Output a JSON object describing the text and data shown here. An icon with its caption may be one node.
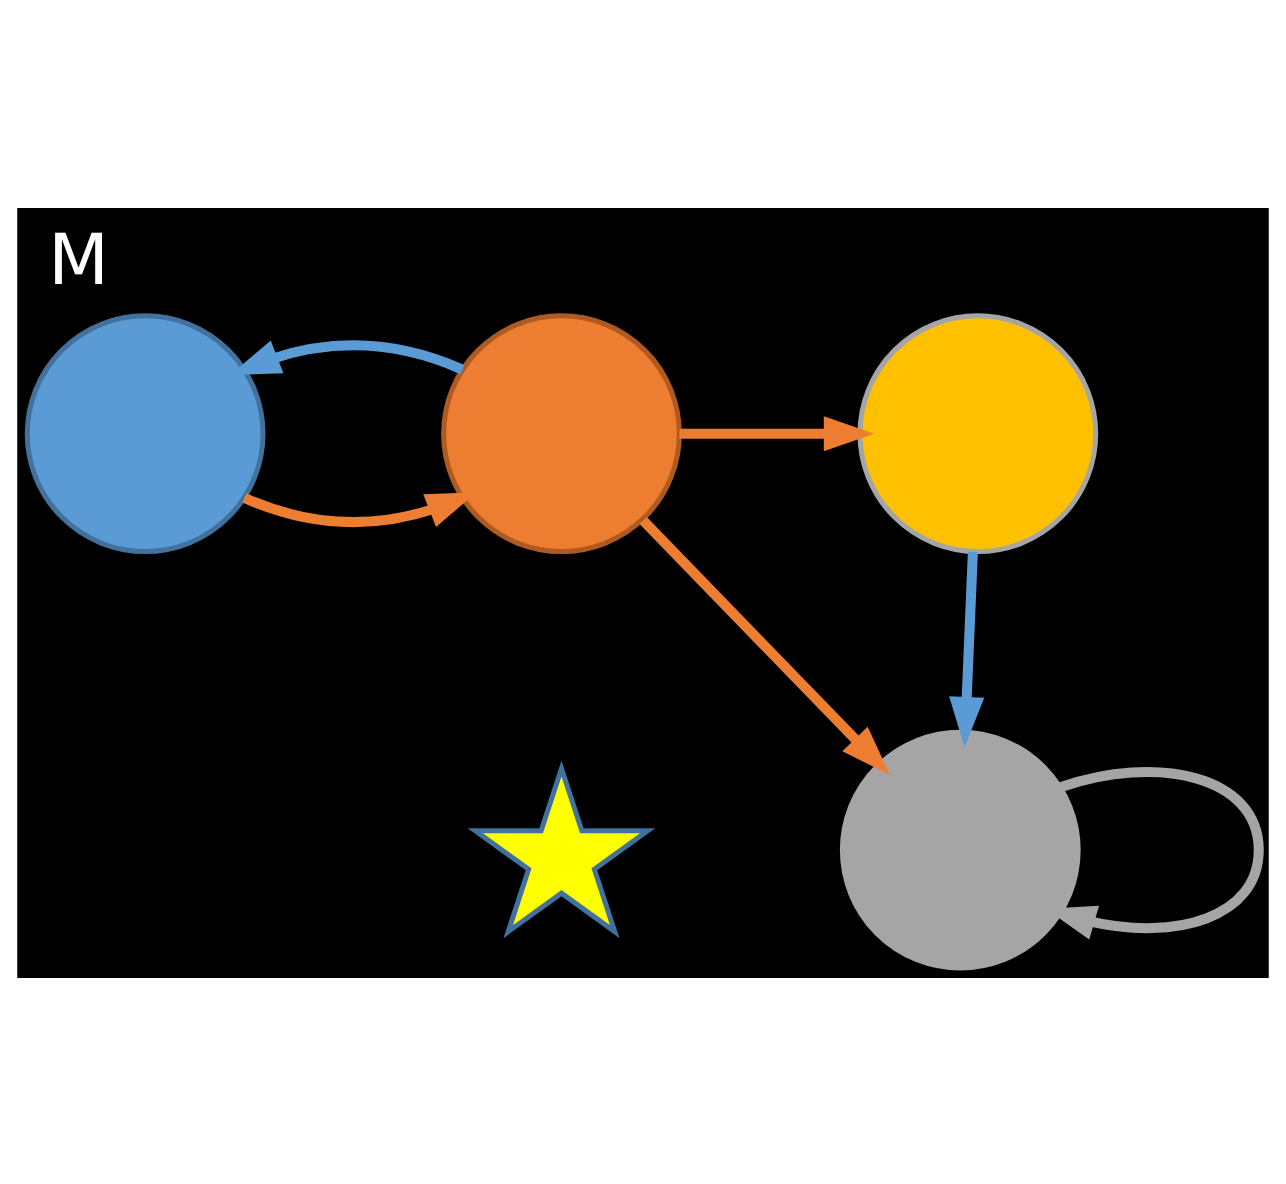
{
  "diagram": {
    "title": "M",
    "nodes": [
      {
        "text": [],
        "shape": "circle"
      },
      {
        "text": [],
        "shape": "circle"
      },
      {
        "text": [],
        "shape": "circle"
      },
      {
        "text": [],
        "shape": "circle"
      },
      {
        "text": [],
        "shape": "star"
      }
    ],
    "edges": [
      {
        "from": 0,
        "to": 0,
        "arrow": "to",
        "color": "#a5a5a5"
      },
      {
        "from": 2,
        "to": 0,
        "arrow": "to",
        "color": "#ed7d31"
      },
      {
        "from": 3,
        "to": 0,
        "arrow": "to",
        "color": "#5b9bd5"
      },
      {
        "from": 1,
        "to": 2,
        "arrow": "to",
        "color": "#ed7d31"
      },
      {
        "from": 2,
        "to": 1,
        "arrow": "to",
        "color": "#5b9bd5"
      },
      {
        "from": 2,
        "to": 3,
        "arrow": "to",
        "color": "#ed7d31"
      }
    ]
  }
}
